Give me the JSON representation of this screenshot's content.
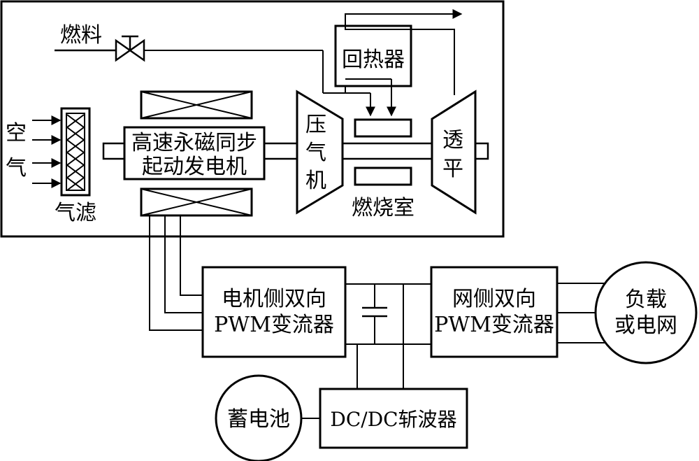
{
  "labels": {
    "fuel": "燃料",
    "air": [
      "空",
      "气"
    ],
    "air_filter": "气滤",
    "generator": [
      "高速永磁同步",
      "起动发电机"
    ],
    "compressor": [
      "压",
      "气",
      "机"
    ],
    "recuperator": "回热器",
    "combustor": "燃烧室",
    "turbine": [
      "透",
      "平"
    ],
    "machine_converter": [
      "电机侧双向",
      "PWM变流器"
    ],
    "grid_converter": [
      "网侧双向",
      "PWM变流器"
    ],
    "load": [
      "负载",
      "或电网"
    ],
    "battery": "蓄电池",
    "chopper": "DC/DC斩波器"
  },
  "colors": {
    "line": "#000000",
    "background": "#ffffff"
  }
}
